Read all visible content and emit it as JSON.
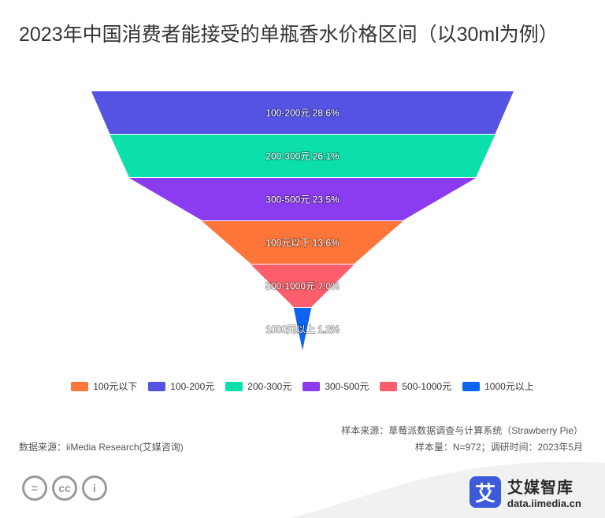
{
  "title": "2023年中国消费者能接受的单瓶香水价格区间（以30ml为例）",
  "chart_data": {
    "type": "funnel",
    "stages": [
      {
        "name": "100-200元",
        "value": 28.6,
        "label": "100-200元 28.6%",
        "color": "#5453e3"
      },
      {
        "name": "200-300元",
        "value": 26.1,
        "label": "200-300元 26.1%",
        "color": "#0be0ad"
      },
      {
        "name": "300-500元",
        "value": 23.5,
        "label": "300-500元 23.5%",
        "color": "#8c3cf0"
      },
      {
        "name": "100元以下",
        "value": 13.6,
        "label": "100元以下 13.6%",
        "color": "#fd7539"
      },
      {
        "name": "500-1000元",
        "value": 7.0,
        "label": "500-1000元 7.0%",
        "color": "#fd5e6b"
      },
      {
        "name": "1000元以上",
        "value": 1.2,
        "label": "1000元以上 1.2%",
        "color": "#0c64f0"
      }
    ],
    "legend": [
      {
        "name": "100元以下",
        "color": "#fd7539"
      },
      {
        "name": "100-200元",
        "color": "#5453e3"
      },
      {
        "name": "200-300元",
        "color": "#0be0ad"
      },
      {
        "name": "300-500元",
        "color": "#8c3cf0"
      },
      {
        "name": "500-1000元",
        "color": "#fd5e6b"
      },
      {
        "name": "1000元以上",
        "color": "#0c64f0"
      }
    ]
  },
  "footer": {
    "sample_source": "样本来源：草莓派数据调查与计算系统（Strawberry Pie）",
    "data_source": "数据来源：iiMedia Research(艾媒咨询)",
    "sample_meta": "样本量：N=972；调研时间：2023年5月",
    "brand_logo_char": "艾",
    "brand_name": "艾媒智库",
    "brand_url": "data.iimedia.cn",
    "cc_icons": [
      "=",
      "cc",
      "i"
    ]
  }
}
